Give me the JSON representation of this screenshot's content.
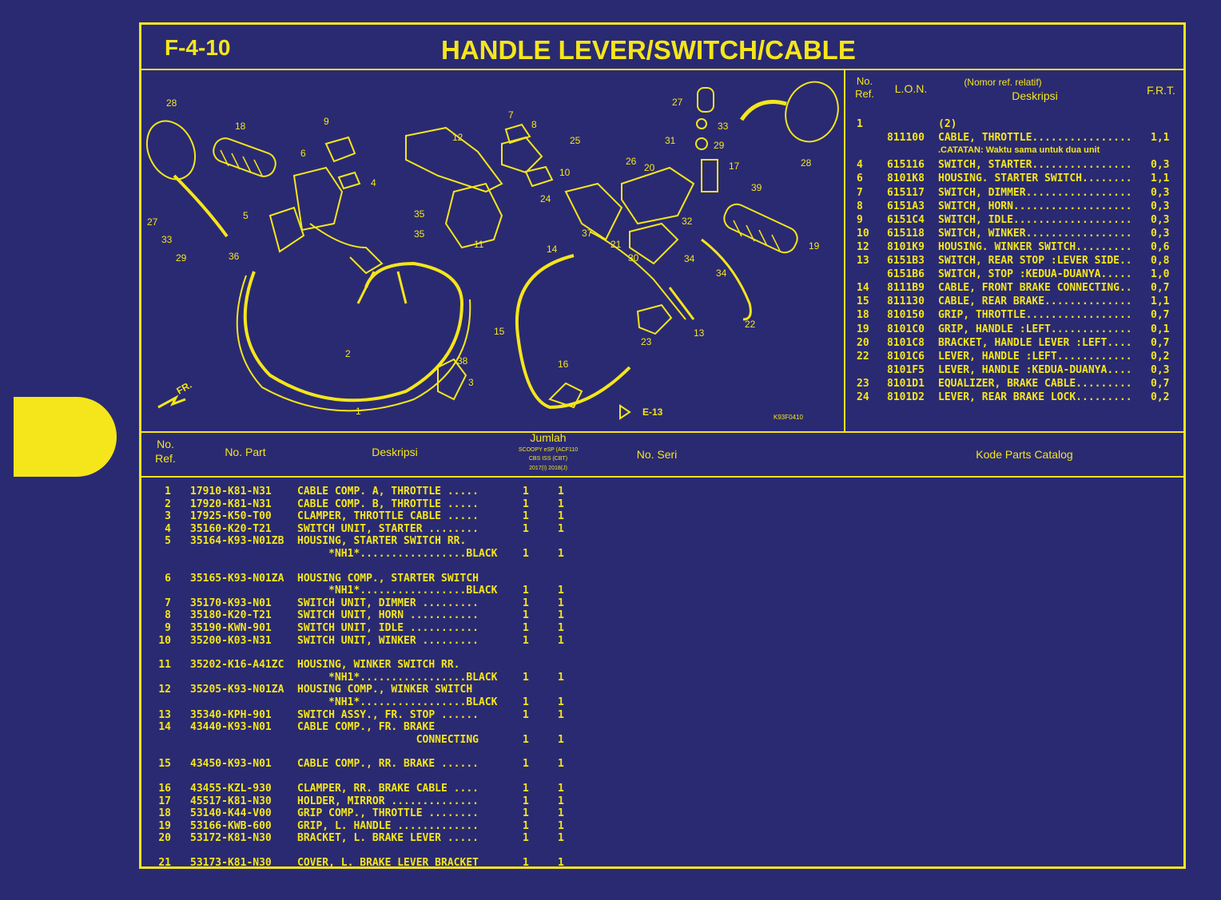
{
  "header": {
    "code": "F-4-10",
    "title": "HANDLE LEVER/SWITCH/CABLE"
  },
  "right_table": {
    "headers": {
      "ref": "No.\nRef.",
      "lon": "L.O.N.",
      "desc_line1": "(Nomor ref. relatif)",
      "desc_line2": "Deskripsi",
      "frt": "F.R.T."
    },
    "rows": [
      {
        "ref": "1",
        "lon": "",
        "desc": "(2)",
        "frt": ""
      },
      {
        "ref": "",
        "lon": "811100",
        "desc": "CABLE, THROTTLE................",
        "frt": "1,1"
      },
      {
        "ref": "",
        "lon": "",
        "desc": ".CATATAN: Waktu sama untuk dua unit",
        "frt": ""
      },
      {
        "ref": "4",
        "lon": "615116",
        "desc": "SWITCH, STARTER................",
        "frt": "0,3"
      },
      {
        "ref": "6",
        "lon": "8101K8",
        "desc": "HOUSING. STARTER SWITCH........",
        "frt": "1,1"
      },
      {
        "ref": "7",
        "lon": "615117",
        "desc": "SWITCH, DIMMER.................",
        "frt": "0,3"
      },
      {
        "ref": "8",
        "lon": "6151A3",
        "desc": "SWITCH, HORN...................",
        "frt": "0,3"
      },
      {
        "ref": "9",
        "lon": "6151C4",
        "desc": "SWITCH, IDLE...................",
        "frt": "0,3"
      },
      {
        "ref": "10",
        "lon": "615118",
        "desc": "SWITCH, WINKER.................",
        "frt": "0,3"
      },
      {
        "ref": "12",
        "lon": "8101K9",
        "desc": "HOUSING. WINKER SWITCH.........",
        "frt": "0,6"
      },
      {
        "ref": "13",
        "lon": "6151B3",
        "desc": "SWITCH, REAR STOP :LEVER SIDE..",
        "frt": "0,8"
      },
      {
        "ref": "",
        "lon": "6151B6",
        "desc": "SWITCH, STOP :KEDUA-DUANYA.....",
        "frt": "1,0"
      },
      {
        "ref": "14",
        "lon": "8111B9",
        "desc": "CABLE, FRONT BRAKE CONNECTING..",
        "frt": "0,7"
      },
      {
        "ref": "15",
        "lon": "811130",
        "desc": "CABLE, REAR BRAKE..............",
        "frt": "1,1"
      },
      {
        "ref": "18",
        "lon": "810150",
        "desc": "GRIP, THROTTLE.................",
        "frt": "0,7"
      },
      {
        "ref": "19",
        "lon": "8101C0",
        "desc": "GRIP, HANDLE :LEFT.............",
        "frt": "0,1"
      },
      {
        "ref": "20",
        "lon": "8101C8",
        "desc": "BRACKET, HANDLE LEVER :LEFT....",
        "frt": "0,7"
      },
      {
        "ref": "22",
        "lon": "8101C6",
        "desc": "LEVER, HANDLE :LEFT............",
        "frt": "0,2"
      },
      {
        "ref": "",
        "lon": "8101F5",
        "desc": "LEVER, HANDLE :KEDUA-DUANYA....",
        "frt": "0,3"
      },
      {
        "ref": "23",
        "lon": "8101D1",
        "desc": "EQUALIZER, BRAKE CABLE.........",
        "frt": "0,7"
      },
      {
        "ref": "24",
        "lon": "8101D2",
        "desc": "LEVER, REAR BRAKE LOCK.........",
        "frt": "0,2"
      }
    ]
  },
  "diagram": {
    "labels": [
      "28",
      "18",
      "9",
      "6",
      "4",
      "5",
      "36",
      "27",
      "33",
      "29",
      "2",
      "1",
      "38",
      "3",
      "7",
      "8",
      "12",
      "35",
      "35",
      "11",
      "25",
      "10",
      "26",
      "20",
      "24",
      "37",
      "14",
      "21",
      "30",
      "34",
      "32",
      "31",
      "27",
      "33",
      "29",
      "17",
      "39",
      "28",
      "19",
      "34",
      "22",
      "13",
      "23",
      "15",
      "16",
      "E-13",
      "FR.",
      "K93F0410"
    ]
  },
  "bottom_table": {
    "headers": {
      "ref": "No.\nRef.",
      "part": "No. Part",
      "desc": "Deskripsi",
      "qty_title": "Jumlah",
      "qty_sub1": "SCOOPY eSP (ACF110",
      "qty_sub2": "CBS ISS (CBT)",
      "qty_sub3": "2017(I)   2018(J)",
      "serial": "No. Seri",
      "catalog": "Kode Parts Catalog"
    },
    "rows": [
      {
        "ref": "1",
        "part": "17910-K81-N31",
        "desc": "CABLE COMP. A, THROTTLE .....",
        "q1": "1",
        "q2": "1"
      },
      {
        "ref": "2",
        "part": "17920-K81-N31",
        "desc": "CABLE COMP. B, THROTTLE .....",
        "q1": "1",
        "q2": "1"
      },
      {
        "ref": "3",
        "part": "17925-K50-T00",
        "desc": "CLAMPER, THROTTLE CABLE .....",
        "q1": "1",
        "q2": "1"
      },
      {
        "ref": "4",
        "part": "35160-K20-T21",
        "desc": "SWITCH UNIT, STARTER ........",
        "q1": "1",
        "q2": "1"
      },
      {
        "ref": "5",
        "part": "35164-K93-N01ZB",
        "desc": "HOUSING, STARTER SWITCH RR.",
        "q1": "",
        "q2": ""
      },
      {
        "ref": "",
        "part": "",
        "desc": "     *NH1*.................BLACK",
        "q1": "1",
        "q2": "1"
      },
      {
        "ref": "6",
        "part": "35165-K93-N01ZA",
        "desc": "HOUSING COMP., STARTER SWITCH",
        "q1": "",
        "q2": ""
      },
      {
        "ref": "",
        "part": "",
        "desc": "     *NH1*.................BLACK",
        "q1": "1",
        "q2": "1"
      },
      {
        "ref": "7",
        "part": "35170-K93-N01",
        "desc": "SWITCH UNIT, DIMMER .........",
        "q1": "1",
        "q2": "1"
      },
      {
        "ref": "8",
        "part": "35180-K20-T21",
        "desc": "SWITCH UNIT, HORN ...........",
        "q1": "1",
        "q2": "1"
      },
      {
        "ref": "9",
        "part": "35190-KWN-901",
        "desc": "SWITCH UNIT, IDLE ...........",
        "q1": "1",
        "q2": "1"
      },
      {
        "ref": "10",
        "part": "35200-K03-N31",
        "desc": "SWITCH UNIT, WINKER .........",
        "q1": "1",
        "q2": "1"
      },
      {
        "ref": "11",
        "part": "35202-K16-A41ZC",
        "desc": "HOUSING, WINKER SWITCH RR.",
        "q1": "",
        "q2": ""
      },
      {
        "ref": "",
        "part": "",
        "desc": "     *NH1*.................BLACK",
        "q1": "1",
        "q2": "1"
      },
      {
        "ref": "12",
        "part": "35205-K93-N01ZA",
        "desc": "HOUSING COMP., WINKER SWITCH",
        "q1": "",
        "q2": ""
      },
      {
        "ref": "",
        "part": "",
        "desc": "     *NH1*.................BLACK",
        "q1": "1",
        "q2": "1"
      },
      {
        "ref": "13",
        "part": "35340-KPH-901",
        "desc": "SWITCH ASSY., FR. STOP ......",
        "q1": "1",
        "q2": "1"
      },
      {
        "ref": "14",
        "part": "43440-K93-N01",
        "desc": "CABLE COMP., FR. BRAKE",
        "q1": "",
        "q2": ""
      },
      {
        "ref": "",
        "part": "",
        "desc": "                   CONNECTING",
        "q1": "1",
        "q2": "1"
      },
      {
        "ref": "15",
        "part": "43450-K93-N01",
        "desc": "CABLE COMP., RR. BRAKE ......",
        "q1": "1",
        "q2": "1"
      },
      {
        "ref": "16",
        "part": "43455-KZL-930",
        "desc": "CLAMPER, RR. BRAKE CABLE ....",
        "q1": "1",
        "q2": "1"
      },
      {
        "ref": "17",
        "part": "45517-K81-N30",
        "desc": "HOLDER, MIRROR ..............",
        "q1": "1",
        "q2": "1"
      },
      {
        "ref": "18",
        "part": "53140-K44-V00",
        "desc": "GRIP COMP., THROTTLE ........",
        "q1": "1",
        "q2": "1"
      },
      {
        "ref": "19",
        "part": "53166-KWB-600",
        "desc": "GRIP, L. HANDLE .............",
        "q1": "1",
        "q2": "1"
      },
      {
        "ref": "20",
        "part": "53172-K81-N30",
        "desc": "BRACKET, L. BRAKE LEVER .....",
        "q1": "1",
        "q2": "1"
      },
      {
        "ref": "21",
        "part": "53173-K81-N30",
        "desc": "COVER, L. BRAKE LEVER BRACKET",
        "q1": "1",
        "q2": "1"
      }
    ]
  },
  "colors": {
    "background": "#2a2a72",
    "accent": "#f5e61b"
  }
}
